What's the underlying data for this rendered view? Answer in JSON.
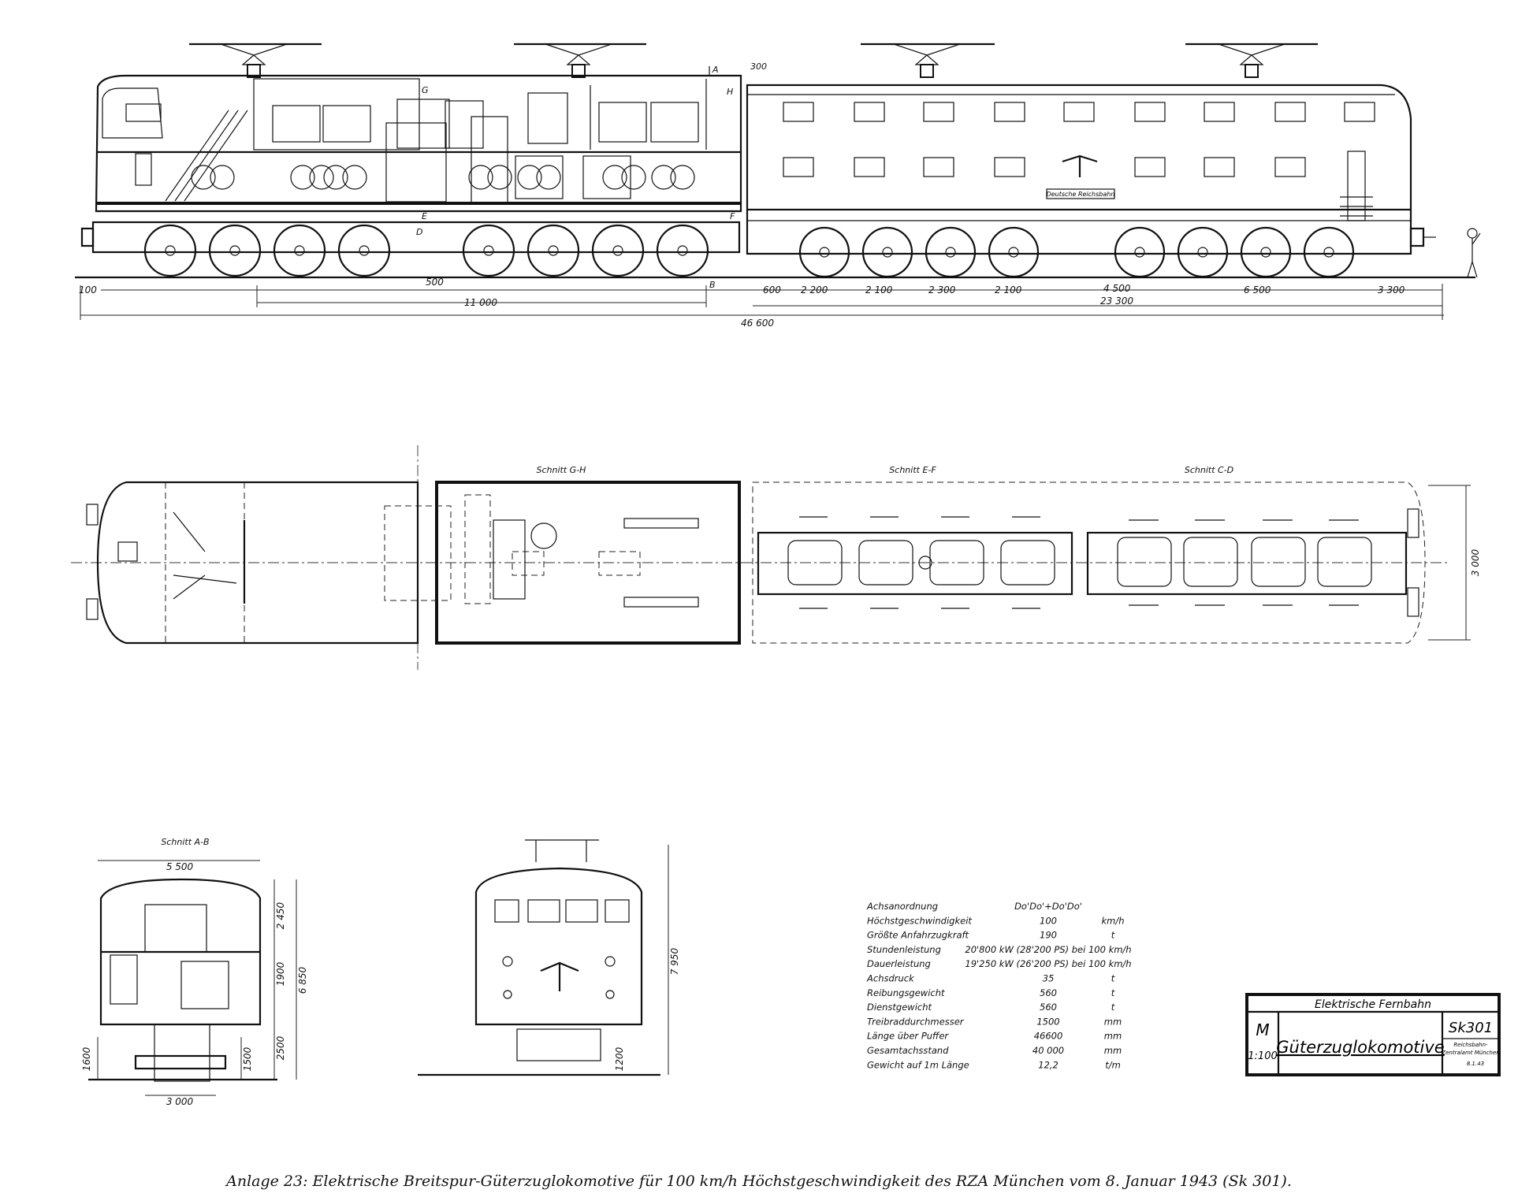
{
  "side_view": {
    "section_letters": [
      "A",
      "H",
      "G",
      "E",
      "D",
      "F",
      "B"
    ],
    "plate_text": "Deutsche Reichsbahn",
    "dims_bottom_left": [
      "100",
      "500",
      "11 000"
    ],
    "dims_right": [
      "600",
      "2 200",
      "2 100",
      "2 300",
      "2 100",
      "4 500",
      "6 500",
      "3 300"
    ],
    "dim_300": "300",
    "dim_half": "23 300",
    "dim_total": "46 600"
  },
  "plan_view": {
    "section_gh": "Schnitt G-H",
    "section_ef": "Schnitt E-F",
    "section_cd": "Schnitt C-D",
    "width_dim": "3 000"
  },
  "section_ab": {
    "title": "Schnitt A-B",
    "width_top": "5 500",
    "width_bottom": "3 000",
    "dims_right": [
      "2 450",
      "1900",
      "2500",
      "6 850",
      "1500"
    ],
    "dim_left": "1600"
  },
  "front_view": {
    "height": "7 950",
    "low": "1200"
  },
  "data_table": {
    "header_value": "Do'Do'+Do'Do'",
    "rows": [
      {
        "label": "Achsanordnung",
        "value": "Do'Do'+Do'Do'",
        "unit": ""
      },
      {
        "label": "Höchstgeschwindigkeit",
        "value": "100",
        "unit": "km/h"
      },
      {
        "label": "Größte Anfahrzugkraft",
        "value": "190",
        "unit": "t"
      },
      {
        "label": "Stundenleistung",
        "value": "20'800 kW (28'200 PS) bei 100 km/h",
        "unit": ""
      },
      {
        "label": "Dauerleistung",
        "value": "19'250 kW (26'200 PS) bei 100 km/h",
        "unit": ""
      },
      {
        "label": "Achsdruck",
        "value": "35",
        "unit": "t"
      },
      {
        "label": "Reibungsgewicht",
        "value": "560",
        "unit": "t"
      },
      {
        "label": "Dienstgewicht",
        "value": "560",
        "unit": "t"
      },
      {
        "label": "Treibraddurchmesser",
        "value": "1500",
        "unit": "mm"
      },
      {
        "label": "Länge über Puffer",
        "value": "46600",
        "unit": "mm"
      },
      {
        "label": "Gesamtachsstand",
        "value": "40 000",
        "unit": "mm"
      },
      {
        "label": "Gewicht auf 1m Länge",
        "value": "12,2",
        "unit": "t/m"
      }
    ]
  },
  "title_block": {
    "header": "Elektrische Fernbahn",
    "scale_m": "M",
    "scale": "1:100",
    "title": "Güterzuglokomotive",
    "code": "Sk301",
    "office_1": "Reichsbahn-",
    "office_2": "Zentralamt München",
    "sign_date": "8.1.43"
  },
  "caption": "Anlage 23: Elektrische Breitspur-Güterzuglokomotive für 100 km/h Höchstgeschwindigkeit des RZA München vom 8. Januar 1943 (Sk 301)."
}
